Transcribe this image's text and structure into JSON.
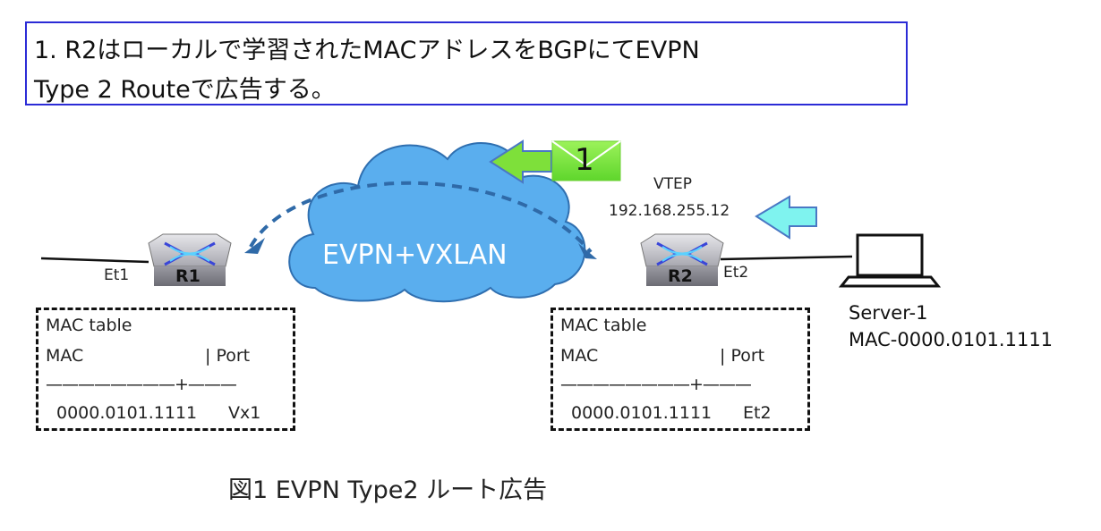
{
  "callout": {
    "line1": "1. R2はローカルで学習されたMACアドレスをBGPにてEVPN",
    "line2": "Type 2 Routeで広告する。"
  },
  "cloud": {
    "label": "EVPN+VXLAN"
  },
  "envelope": {
    "label": "1"
  },
  "vtep": {
    "title": "VTEP",
    "ip": "192.168.255.12"
  },
  "r1": {
    "label": "R1",
    "port": "Et1"
  },
  "r2": {
    "label": "R2",
    "port": "Et2"
  },
  "server": {
    "name": "Server-1",
    "mac": "MAC-0000.0101.1111"
  },
  "mac_table_r1": {
    "title": "MAC table",
    "col_mac": "MAC",
    "col_port": "| Port",
    "separator": "————————+———",
    "row_mac": "0000.0101.1111",
    "row_port": "Vx1"
  },
  "mac_table_r2": {
    "title": "MAC table",
    "col_mac": "MAC",
    "col_port": "| Port",
    "separator": "————————+———",
    "row_mac": "0000.0101.1111",
    "row_port": "Et2"
  },
  "caption": "図1 EVPN Type2 ルート広告",
  "colors": {
    "callout_border": "#2b2bd6",
    "cloud_fill": "#5aaeee",
    "cloud_stroke": "#2f6fb0",
    "arrow_green": "#7ee03a",
    "arrow_cyan": "#7ff3ef",
    "arc_blue": "#2f6aa8"
  }
}
